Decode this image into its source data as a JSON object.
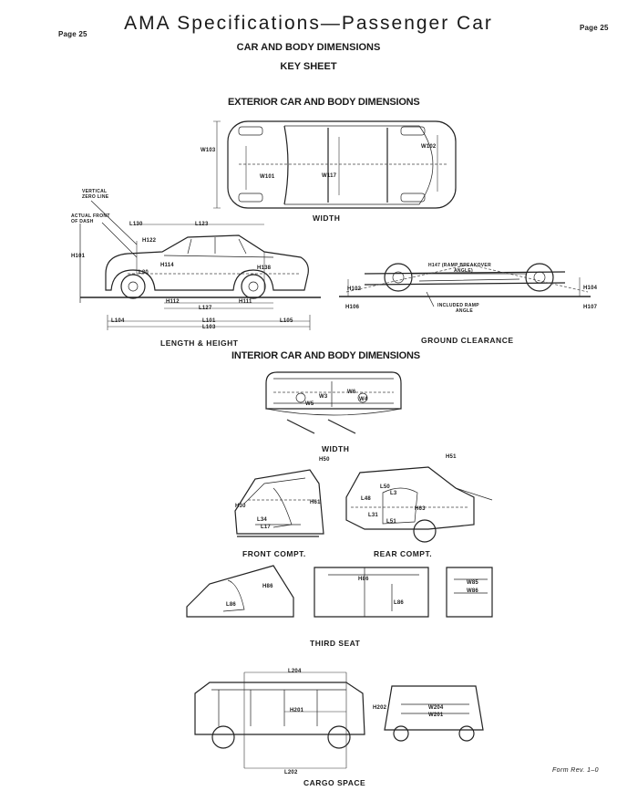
{
  "header": {
    "page_left": "Page 25",
    "page_right": "Page 25",
    "title": "AMA Specifications—Passenger Car",
    "subtitle": "CAR AND BODY DIMENSIONS",
    "sheet": "KEY SHEET"
  },
  "exterior": {
    "heading": "EXTERIOR CAR AND BODY DIMENSIONS",
    "width_caption": "WIDTH",
    "width_labels": [
      "W103",
      "W101",
      "W117",
      "W102"
    ],
    "side_labels": {
      "vertical_zero_line": [
        "VERTICAL",
        "ZERO LINE"
      ],
      "actual_front_of_dash": [
        "ACTUAL FRONT",
        "OF DASH"
      ],
      "l130": "L130",
      "l123": "L123",
      "h122": "H122",
      "h101": "H101",
      "l30": "L30",
      "h114": "H114",
      "h138": "H138",
      "h112": "H112",
      "h111": "H111",
      "l127": "L127",
      "l104": "L104",
      "l101": "L101",
      "l105": "L105",
      "l103": "L103"
    },
    "length_caption": "LENGTH & HEIGHT",
    "ground": {
      "h147": [
        "H147 (RAMP BREAKOVER",
        "ANGLE)"
      ],
      "included_ramp": [
        "INCLUDED RAMP",
        "ANGLE"
      ],
      "h102": "H102",
      "h106": "H106",
      "h104": "H104",
      "h107": "H107"
    },
    "ground_caption": "GROUND CLEARANCE"
  },
  "interior": {
    "heading": "INTERIOR CAR AND BODY DIMENSIONS",
    "width_labels": [
      "W3",
      "W5",
      "W6",
      "W4"
    ],
    "width_caption": "WIDTH",
    "front_labels": [
      "H50",
      "H30",
      "H61",
      "L34",
      "L17"
    ],
    "front_caption": "FRONT COMPT.",
    "rear_labels": [
      "H51",
      "L50",
      "L3",
      "L48",
      "H63",
      "L31",
      "L51"
    ],
    "rear_caption": "REAR COMPT.",
    "third_labels": [
      "H86",
      "L86",
      "H86",
      "L86",
      "W85",
      "W86"
    ],
    "third_caption": "THIRD SEAT",
    "cargo_labels": [
      "L204",
      "H201",
      "H202",
      "L202",
      "W204",
      "W201"
    ],
    "cargo_caption": "CARGO SPACE"
  },
  "footer": {
    "form": "Form Rev. 1–0"
  }
}
